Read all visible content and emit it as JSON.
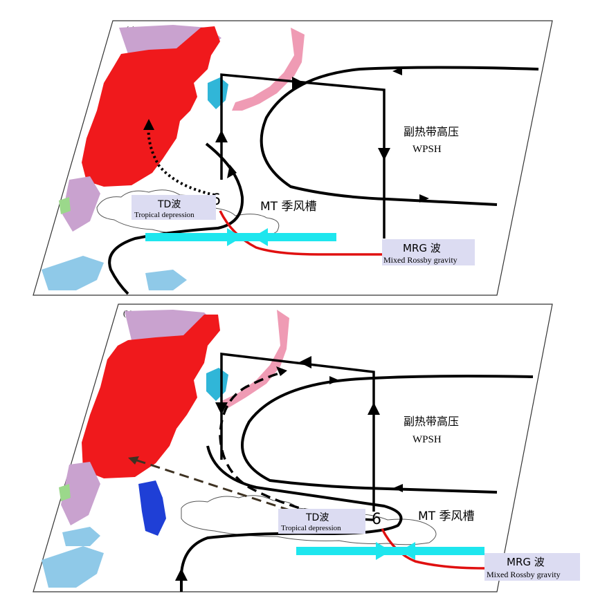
{
  "panels": [
    {
      "id": "a",
      "panel_label": "(a)",
      "wpsh_cn": "副热带高压",
      "wpsh_en": "WPSH",
      "mt_label": "MT 季风槽",
      "td_cn": "TD波",
      "td_en": "Tropical depression",
      "mrg_cn": "MRG 波",
      "mrg_en": "Mixed Rossby gravity"
    },
    {
      "id": "b",
      "panel_label": "(b)",
      "wpsh_cn": "副热带高压",
      "wpsh_en": "WPSH",
      "mt_label": "MT 季风槽",
      "td_cn": "TD波",
      "td_en": "Tropical depression",
      "mrg_cn": "MRG 波",
      "mrg_en": "Mixed Rossby gravity"
    }
  ],
  "colors": {
    "land_china": "#f0191c",
    "land_mongolia": "#c9a2cf",
    "land_japan": "#ef9bb4",
    "land_korea": "#30b6d8",
    "land_seasia": "#8fc9e8",
    "land_philippines": "#1f3fd6",
    "land_green": "#9bd88b",
    "flow": "#000000",
    "mrg_line": "#e01010",
    "easterly_arrow": "#1ee6ee",
    "label_box": "#dcdcf2",
    "td_track": "#3e3222"
  }
}
